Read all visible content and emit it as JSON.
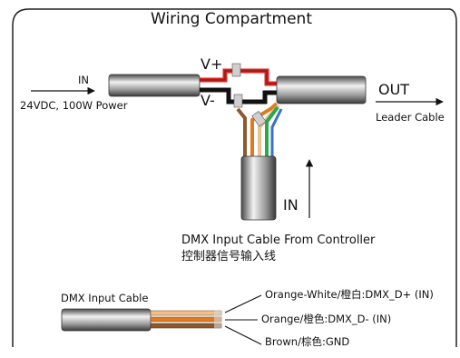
{
  "title": "Wiring Compartment",
  "power_input": {
    "in_label": "IN",
    "spec": "24VDC, 100W Power",
    "v_plus": "V+",
    "v_minus": "V-"
  },
  "output": {
    "out_label": "OUT",
    "cable_label": "Leader Cable"
  },
  "dmx_input": {
    "in_label": "IN",
    "caption_en": "DMX Input Cable From Controller",
    "caption_zh": "控制器信号输入线"
  },
  "dmx_cable_detail": {
    "title": "DMX Input Cable",
    "wires": [
      {
        "label": "Orange-White/橙白:DMX_D+ (IN)",
        "color": "#e8a060"
      },
      {
        "label": "Orange/橙色:DMX_D- (IN)",
        "color": "#e07a20"
      },
      {
        "label": "Brown/棕色:GND",
        "color": "#8a5a2e"
      }
    ]
  },
  "colors": {
    "red_wire": "#e0231f",
    "black_wire": "#111111",
    "green_wire": "#2aa84a",
    "blue_wire": "#3a6fd0",
    "cable_body": "#9a9a9a"
  }
}
